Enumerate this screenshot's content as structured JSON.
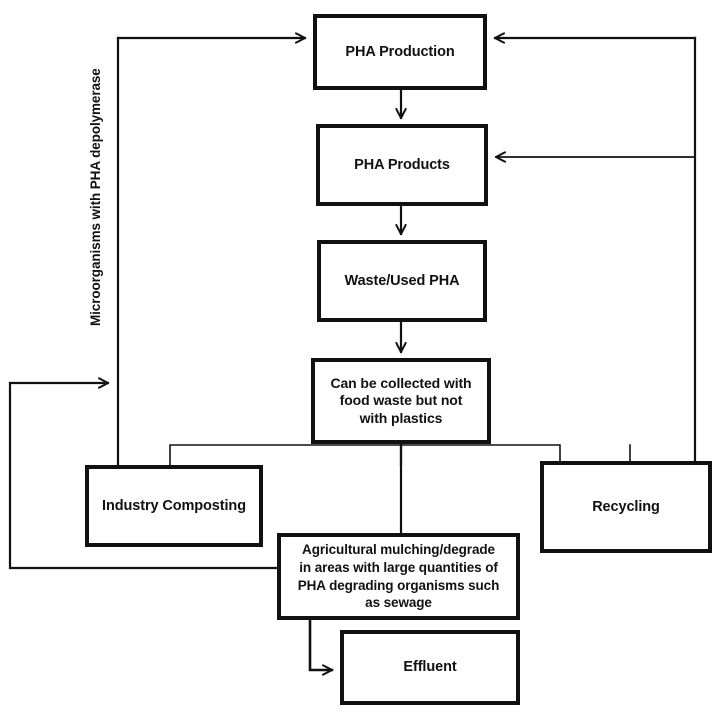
{
  "diagram": {
    "title": "PHA lifecycle flowchart",
    "background_color": "#ffffff",
    "line_color": "#111111",
    "text_color": "#111111",
    "side_label": "Microorganisms with PHA depolymerase",
    "nodes": [
      {
        "id": "pha-production",
        "label": "PHA Production"
      },
      {
        "id": "pha-products",
        "label": "PHA Products"
      },
      {
        "id": "waste-used-pha",
        "label": "Waste/Used PHA"
      },
      {
        "id": "collected",
        "label": "Can be collected with\nfood waste but not\nwith plastics"
      },
      {
        "id": "industry-composting",
        "label": "Industry Composting"
      },
      {
        "id": "recycling",
        "label": "Recycling"
      },
      {
        "id": "agricultural",
        "label": "Agricultural mulching/degrade\nin areas with large quantities of\nPHA degrading organisms such\nas sewage"
      },
      {
        "id": "effluent",
        "label": "Effluent"
      }
    ],
    "edges": [
      {
        "from": "pha-production",
        "to": "pha-products",
        "kind": "arrow-down"
      },
      {
        "from": "pha-products",
        "to": "waste-used-pha",
        "kind": "arrow-down"
      },
      {
        "from": "waste-used-pha",
        "to": "collected",
        "kind": "arrow-down"
      },
      {
        "from": "collected",
        "to": "industry-composting",
        "kind": "branch-left"
      },
      {
        "from": "collected",
        "to": "agricultural",
        "kind": "branch-center"
      },
      {
        "from": "collected",
        "to": "recycling",
        "kind": "branch-right"
      },
      {
        "from": "recycling",
        "to": "pha-production",
        "kind": "return-right-top"
      },
      {
        "from": "recycling",
        "to": "pha-products",
        "kind": "return-right-mid"
      },
      {
        "from": "industry-composting",
        "to": "pha-production",
        "kind": "return-left-depolymerase"
      },
      {
        "from": "agricultural",
        "to": "industry-composting-path",
        "kind": "return-left-loop"
      },
      {
        "from": "agricultural",
        "to": "effluent",
        "kind": "arrow-right"
      }
    ]
  }
}
